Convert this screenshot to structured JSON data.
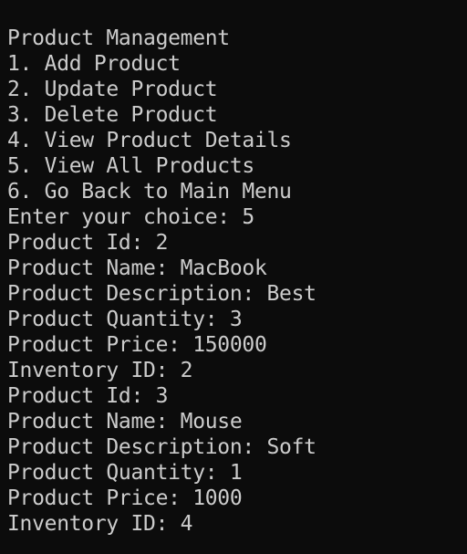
{
  "terminal": {
    "lines": [
      "Product Management",
      "1. Add Product",
      "2. Update Product",
      "3. Delete Product",
      "4. View Product Details",
      "5. View All Products",
      "6. Go Back to Main Menu",
      "Enter your choice: 5",
      "Product Id: 2",
      "Product Name: MacBook",
      "Product Description: Best",
      "Product Quantity: 3",
      "Product Price: 150000",
      "Inventory ID: 2",
      "Product Id: 3",
      "Product Name: Mouse",
      "Product Description: Soft",
      "Product Quantity: 1",
      "Product Price: 1000",
      "Inventory ID: 4"
    ]
  },
  "colors": {
    "background": "#0c0c0c",
    "text": "#cccccc"
  }
}
